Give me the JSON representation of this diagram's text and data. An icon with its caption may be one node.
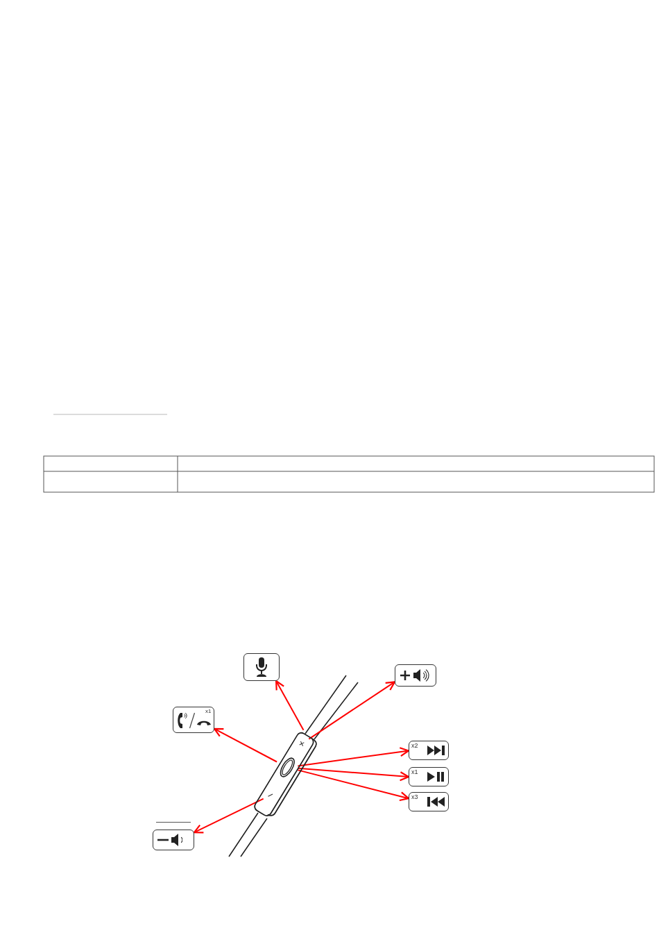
{
  "diagram": {
    "nodes": [
      {
        "text": [],
        "shape": "box"
      },
      {
        "text": [],
        "shape": "box"
      },
      {
        "text": [
          "x1"
        ]
      },
      {
        "text": [],
        "shape": "picture"
      },
      {
        "text": [
          "+"
        ],
        "in": 3
      },
      {
        "text": [],
        "shape": "oval",
        "in": 3
      },
      {
        "text": [
          "−"
        ],
        "in": 3
      },
      {
        "text": [
          "x2"
        ]
      },
      {
        "text": [
          "x1"
        ]
      },
      {
        "text": [
          "x3"
        ]
      },
      {
        "text": [],
        "shape": "box"
      }
    ],
    "edges": [
      {
        "from": 3,
        "to": 0,
        "arrow": "to"
      },
      {
        "from": 4,
        "to": 1,
        "arrow": "to"
      },
      {
        "from": 5,
        "to": 2,
        "arrow": "to"
      },
      {
        "from": 5,
        "to": 7,
        "arrow": "to"
      },
      {
        "from": 5,
        "to": 8,
        "arrow": "to"
      },
      {
        "from": 5,
        "to": 9,
        "arrow": "to"
      },
      {
        "from": 6,
        "to": 10,
        "arrow": "to"
      }
    ]
  }
}
